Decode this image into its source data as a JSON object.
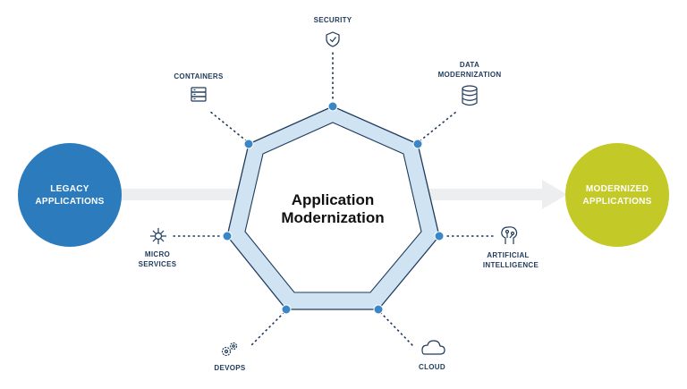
{
  "center": {
    "line1": "Application",
    "line2": "Modernization"
  },
  "source": {
    "line1": "LEGACY",
    "line2": "APPLICATIONS"
  },
  "target": {
    "line1": "MODERNIZED",
    "line2": "APPLICATIONS"
  },
  "topics": [
    {
      "label1": "SECURITY",
      "label2": "",
      "icon": "shield-icon"
    },
    {
      "label1": "DATA",
      "label2": "MODERNIZATION",
      "icon": "database-icon"
    },
    {
      "label1": "ARTIFICIAL",
      "label2": "INTELLIGENCE",
      "icon": "ai-brain-icon"
    },
    {
      "label1": "CLOUD",
      "label2": "",
      "icon": "cloud-icon"
    },
    {
      "label1": "DEVOPS",
      "label2": "",
      "icon": "devops-gears-icon"
    },
    {
      "label1": "MICRO",
      "label2": "SERVICES",
      "icon": "network-hub-icon"
    },
    {
      "label1": "CONTAINERS",
      "label2": "",
      "icon": "server-stack-icon"
    }
  ],
  "colors": {
    "legacy_circle": "#2b7bbd",
    "modernized_circle": "#c3c927",
    "heptagon_band": "#cfe3f3",
    "heptagon_outline": "#1f3a5c",
    "node": "#3a86c6",
    "arrow": "#eceeef",
    "text_dark": "#1f3a5c"
  }
}
